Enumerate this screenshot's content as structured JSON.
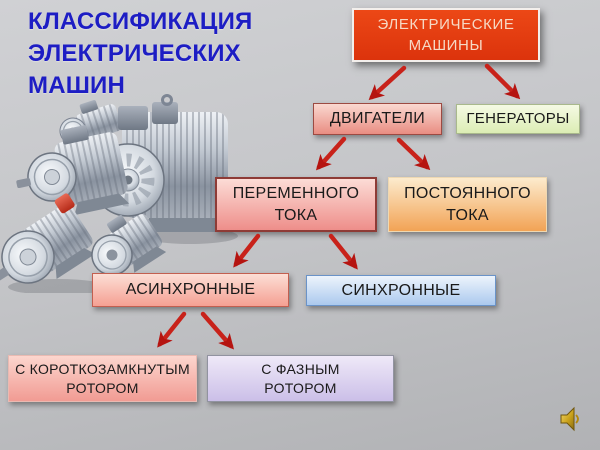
{
  "slide": {
    "title": {
      "text": "КЛАССИФИКАЦИЯ ЭЛЕКТРИЧЕСКИХ МАШИН",
      "lines": [
        "КЛАССИФИКАЦИЯ",
        "ЭЛЕКТРИЧЕСКИХ",
        "МАШИН"
      ],
      "color": "#1d1dc4"
    }
  },
  "diagram": {
    "arrow_color": "#c41e14",
    "nodes": {
      "root": {
        "label": "ЭЛЕКТРИЧЕСКИЕ МАШИНЫ",
        "lines": [
          "ЭЛЕКТРИЧЕСКИЕ",
          "МАШИНЫ"
        ],
        "bg": "#e43a10",
        "border": "#f3efec",
        "text_color": "#f6d9c5"
      },
      "motors": {
        "label": "ДВИГАТЕЛИ",
        "bg_top": "#fad8d0",
        "bg_bottom": "#e98d82",
        "border": "#9c4a42"
      },
      "generators": {
        "label": "ГЕНЕРАТОРЫ",
        "bg_top": "#f5fae4",
        "bg_bottom": "#dcedb4",
        "border": "#a9b98c"
      },
      "ac": {
        "label": "ПЕРЕМЕННОГО ТОКА",
        "lines": [
          "ПЕРЕМЕННОГО",
          "ТОКА"
        ],
        "bg_top": "#fcdcd6",
        "bg_bottom": "#ee8e8a",
        "border": "#8e3b36"
      },
      "dc": {
        "label": "ПОСТОЯННОГО ТОКА",
        "lines": [
          "ПОСТОЯННОГО",
          "ТОКА"
        ],
        "bg_top": "#fcebcd",
        "bg_bottom": "#f2a355",
        "border": "#eed8b2"
      },
      "async": {
        "label": "АСИНХРОННЫЕ",
        "bg_top": "#fcded5",
        "bg_bottom": "#f5a093",
        "border": "#c25f50"
      },
      "sync": {
        "label": "СИНХРОННЫЕ",
        "bg_top": "#edf4fc",
        "bg_bottom": "#abc9ee",
        "border": "#6a93c8"
      },
      "squirrel_cage": {
        "label": "С КОРОТКОЗАМКНУТЫМ РОТОРОМ",
        "lines": [
          "С КОРОТКОЗАМКНУТЫМ",
          "РОТОРОМ"
        ],
        "bg_top": "#fcd6ce",
        "bg_bottom": "#f19b93",
        "border": "#e9bab2"
      },
      "wound_rotor": {
        "label": "С ФАЗНЫМ РОТОРОМ",
        "lines": [
          "С ФАЗНЫМ",
          "РОТОРОМ"
        ],
        "bg_top": "#efe9f8",
        "bg_bottom": "#cbbfe8",
        "border": "#9193a0"
      }
    }
  },
  "icons": {
    "sound_speaker": "speaker-icon",
    "left_image": "electric-motors-photo"
  }
}
